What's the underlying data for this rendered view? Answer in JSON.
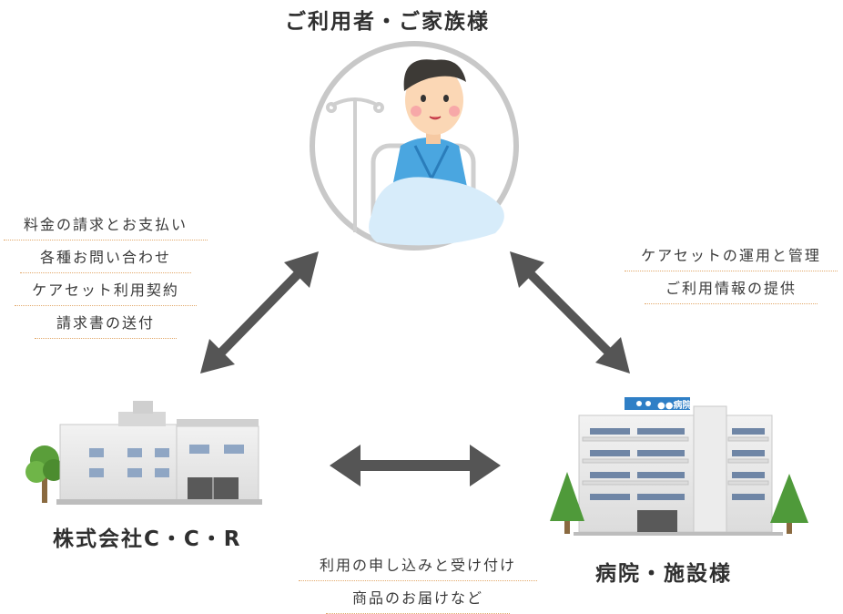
{
  "nodes": {
    "customer": {
      "title": "ご利用者・ご家族様"
    },
    "company": {
      "title": "株式会社C・C・R"
    },
    "hospital": {
      "title": "病院・施設様",
      "sign": "●●病院"
    }
  },
  "links": {
    "company_customer": [
      "料金の請求とお支払い",
      "各種お問い合わせ",
      "ケアセット利用契約",
      "請求書の送付"
    ],
    "hospital_customer": [
      "ケアセットの運用と管理",
      "ご利用情報の提供"
    ],
    "company_hospital": [
      "利用の申し込みと受け付け",
      "商品のお届けなど"
    ]
  },
  "colors": {
    "arrow": "#555555",
    "dotted_line": "#e2a86a",
    "gown": "#4aa6e0",
    "hospital_sign": "#2f7fc6"
  }
}
